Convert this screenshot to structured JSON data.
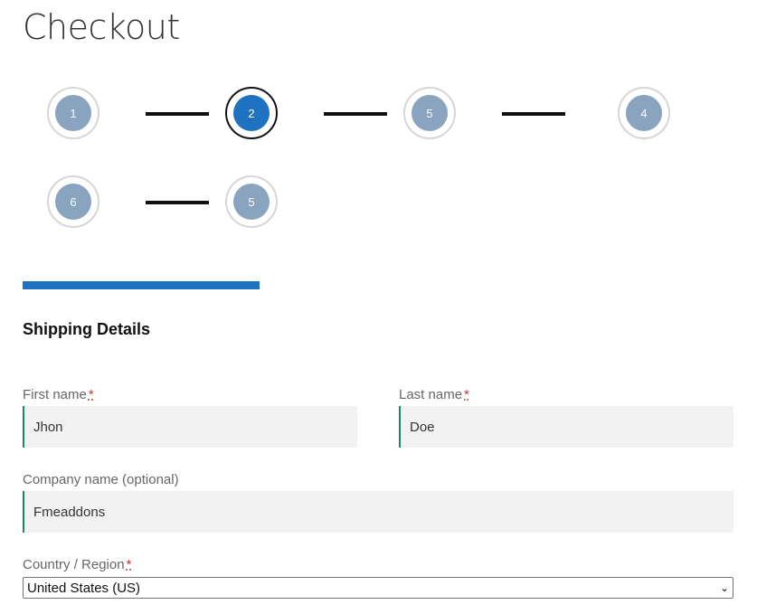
{
  "page": {
    "title": "Checkout"
  },
  "stepper": {
    "steps": [
      {
        "label": "1",
        "active": false
      },
      {
        "label": "2",
        "active": true
      },
      {
        "label": "5",
        "active": false
      },
      {
        "label": "4",
        "active": false
      },
      {
        "label": "6",
        "active": false
      },
      {
        "label": "5",
        "active": false
      }
    ],
    "progress_fraction": 0.33
  },
  "section": {
    "title": "Shipping Details"
  },
  "form": {
    "first_name": {
      "label": "First name",
      "required_mark": "*",
      "value": "Jhon"
    },
    "last_name": {
      "label": "Last name",
      "required_mark": "*",
      "value": "Doe"
    },
    "company": {
      "label": "Company name (optional)",
      "value": "Fmeaddons"
    },
    "country": {
      "label": "Country / Region",
      "required_mark": "*",
      "value": "United States (US)"
    }
  },
  "colors": {
    "accent": "#1f72c0",
    "inactive_step": "#8aa4bf",
    "input_border": "#1e8a5a",
    "required": "#c0392b"
  }
}
